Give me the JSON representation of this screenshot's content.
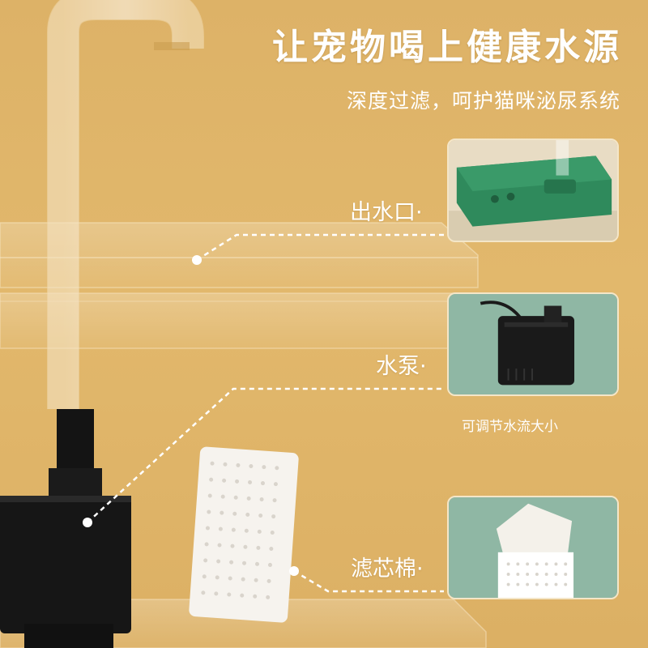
{
  "header": {
    "title": "让宠物喝上健康水源",
    "subtitle": "深度过滤，呵护猫咪泌尿系统"
  },
  "callouts": [
    {
      "label": "出水口·"
    },
    {
      "label": "水泵·",
      "caption": "可调节水流大小"
    },
    {
      "label": "滤芯棉·"
    }
  ],
  "colors": {
    "background": "#dfb568",
    "text": "#ffffff",
    "tray_green": "#2f8a5c",
    "card_green_bg": "#8fb7a4",
    "pump_black": "#1a1a1a"
  },
  "icons": [
    "spout-pipe",
    "pump-body",
    "filter-sponge",
    "filter-cartridge",
    "outlet-tray"
  ]
}
